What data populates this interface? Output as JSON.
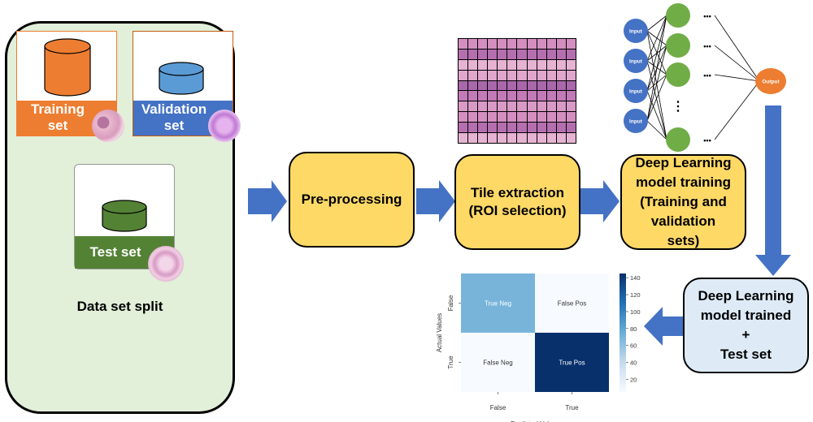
{
  "data_split": {
    "title": "Data set split",
    "cards": [
      {
        "label_line1": "Training",
        "label_line2": "set",
        "color": "#ed7d31",
        "cylinder_color": "#ed7d31",
        "thumb": "tissue-thumbnail"
      },
      {
        "label_line1": "Validation",
        "label_line2": "set",
        "color": "#4472c4",
        "cylinder_color": "#5b9bd5",
        "thumb": "tissue-thumbnail"
      },
      {
        "label_line1": "Test set",
        "label_line2": "",
        "color": "#548235",
        "cylinder_color": "#548235",
        "thumb": "tissue-thumbnail"
      }
    ]
  },
  "steps": {
    "preprocessing": "Pre-processing",
    "tile_extraction_l1": "Tile extraction",
    "tile_extraction_l2": "(ROI selection)",
    "training_l1": "Deep Learning",
    "training_l2": "model training",
    "training_l3": "(Training and",
    "training_l4": "validation",
    "training_l5": "sets)",
    "trained_l1": "Deep Learning",
    "trained_l2": "model trained",
    "trained_l3": "+",
    "trained_l4": "Test set"
  },
  "network": {
    "input_label": "Input",
    "output_label": "Output",
    "ellipsis": "•••",
    "vertical_ellipsis": "⋮",
    "input_color": "#4472c4",
    "hidden_color": "#70ad47",
    "output_color": "#ed7d31"
  },
  "colors": {
    "arrow": "#4472c4",
    "step_box": "#ffd966",
    "result_box": "#deebf7",
    "panel": "#e2efd9"
  },
  "chart_data": {
    "type": "heatmap",
    "title": "",
    "xlabel": "Predicted Values",
    "ylabel": "Actual Values",
    "x_categories": [
      "False",
      "True"
    ],
    "y_categories": [
      "False",
      "True"
    ],
    "cells": [
      {
        "row": 0,
        "col": 0,
        "label": "True Neg",
        "value": 70
      },
      {
        "row": 0,
        "col": 1,
        "label": "False Pos",
        "value": 5
      },
      {
        "row": 1,
        "col": 0,
        "label": "False Neg",
        "value": 5
      },
      {
        "row": 1,
        "col": 1,
        "label": "True Pos",
        "value": 145
      }
    ],
    "colorbar": {
      "ticks": [
        20,
        40,
        60,
        80,
        100,
        120,
        140
      ],
      "range": [
        5,
        145
      ],
      "colormap": "Blues"
    }
  }
}
